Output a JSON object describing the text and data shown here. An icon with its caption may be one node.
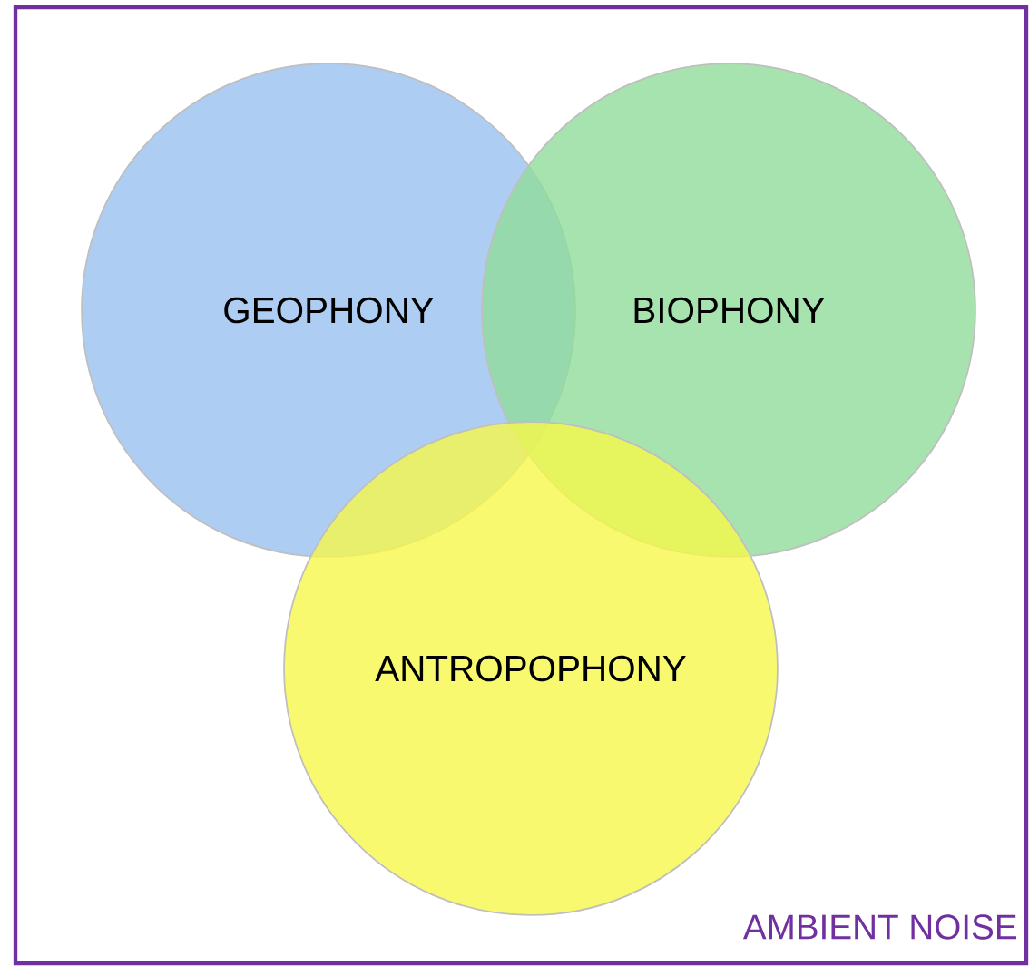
{
  "diagram": {
    "nodes": [
      {
        "text": [
          "AMBIENT NOISE"
        ]
      },
      {
        "text": [
          "GEOPHONY"
        ],
        "in": 0
      },
      {
        "text": [
          "BIOPHONY"
        ],
        "in": 0
      },
      {
        "text": [
          "ANTROPOPHONY"
        ],
        "in": 0
      }
    ]
  }
}
